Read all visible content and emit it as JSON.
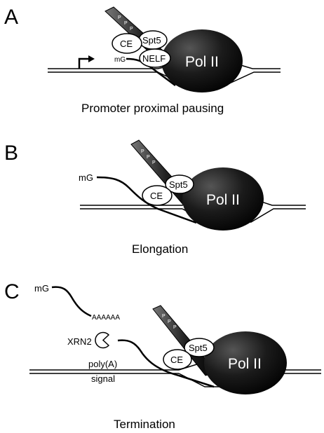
{
  "panels": [
    {
      "letter": "A",
      "caption": "Promoter proximal pausing",
      "labels": {
        "pol": "Pol II",
        "spt5": "Spt5",
        "ce": "CE",
        "nelf": "NELF",
        "cap": "mG",
        "phos": [
          "P",
          "P",
          "P"
        ]
      }
    },
    {
      "letter": "B",
      "caption": "Elongation",
      "labels": {
        "pol": "Pol II",
        "spt5": "Spt5",
        "ce": "CE",
        "cap": "mG",
        "phos": [
          "P",
          "P",
          "P"
        ]
      }
    },
    {
      "letter": "C",
      "caption": "Termination",
      "labels": {
        "pol": "Pol II",
        "spt5": "Spt5",
        "ce": "CE",
        "cap": "mG",
        "polyA_tail": "AAAAAA",
        "xrn2": "XRN2",
        "polyA_signal_1": "poly(A)",
        "polyA_signal_2": "signal",
        "phos": [
          "P",
          "P",
          "P"
        ]
      }
    }
  ],
  "colors": {
    "polymerase": "#111111",
    "line": "#000000",
    "background": "#ffffff"
  }
}
